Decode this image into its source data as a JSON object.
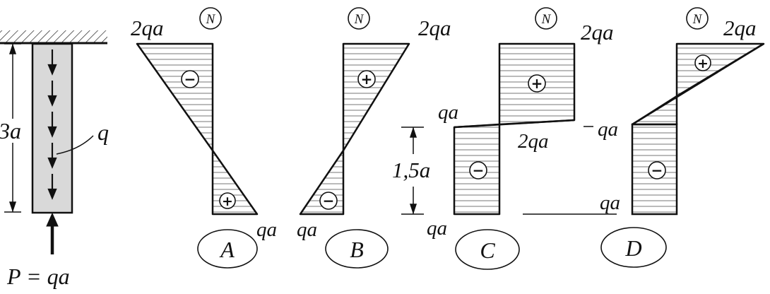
{
  "figure": {
    "beam": {
      "length_label": "3a",
      "load_label": "q",
      "force_label": "P = qa"
    },
    "diagram_symbol": "N",
    "options": [
      {
        "id": "A",
        "label": "A",
        "values": {
          "top": "2qa",
          "bottom": "qa"
        },
        "signs": {
          "upper": "−",
          "lower": "+"
        }
      },
      {
        "id": "B",
        "label": "B",
        "values": {
          "top": "2qa",
          "bottom": "qa"
        },
        "signs": {
          "upper": "+",
          "lower": "−"
        }
      },
      {
        "id": "C",
        "label": "C",
        "values": {
          "top_right": "2qa",
          "step_left": "qa",
          "step_right": "2qa",
          "bottom": "qa"
        },
        "dimension": "1,5a",
        "signs": {
          "upper": "+",
          "lower": "−"
        }
      },
      {
        "id": "D",
        "label": "D",
        "values": {
          "top_right": "2qa",
          "mid_left": "qa",
          "bottom": "qa"
        },
        "signs": {
          "upper": "+",
          "lower": "−"
        }
      }
    ]
  }
}
